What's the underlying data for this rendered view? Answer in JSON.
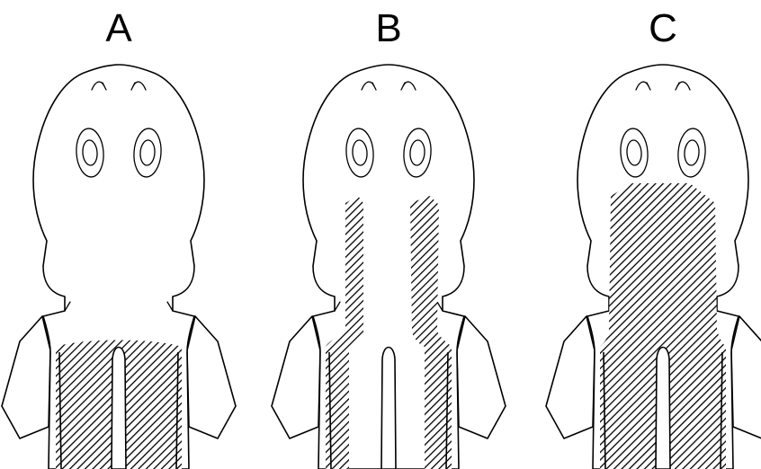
{
  "panels": [
    {
      "label": "A",
      "variant": "posterior-only"
    },
    {
      "label": "B",
      "variant": "two-stripes"
    },
    {
      "label": "C",
      "variant": "broad-field"
    }
  ],
  "colors": {
    "ink": "#000000",
    "background": "#ffffff"
  }
}
